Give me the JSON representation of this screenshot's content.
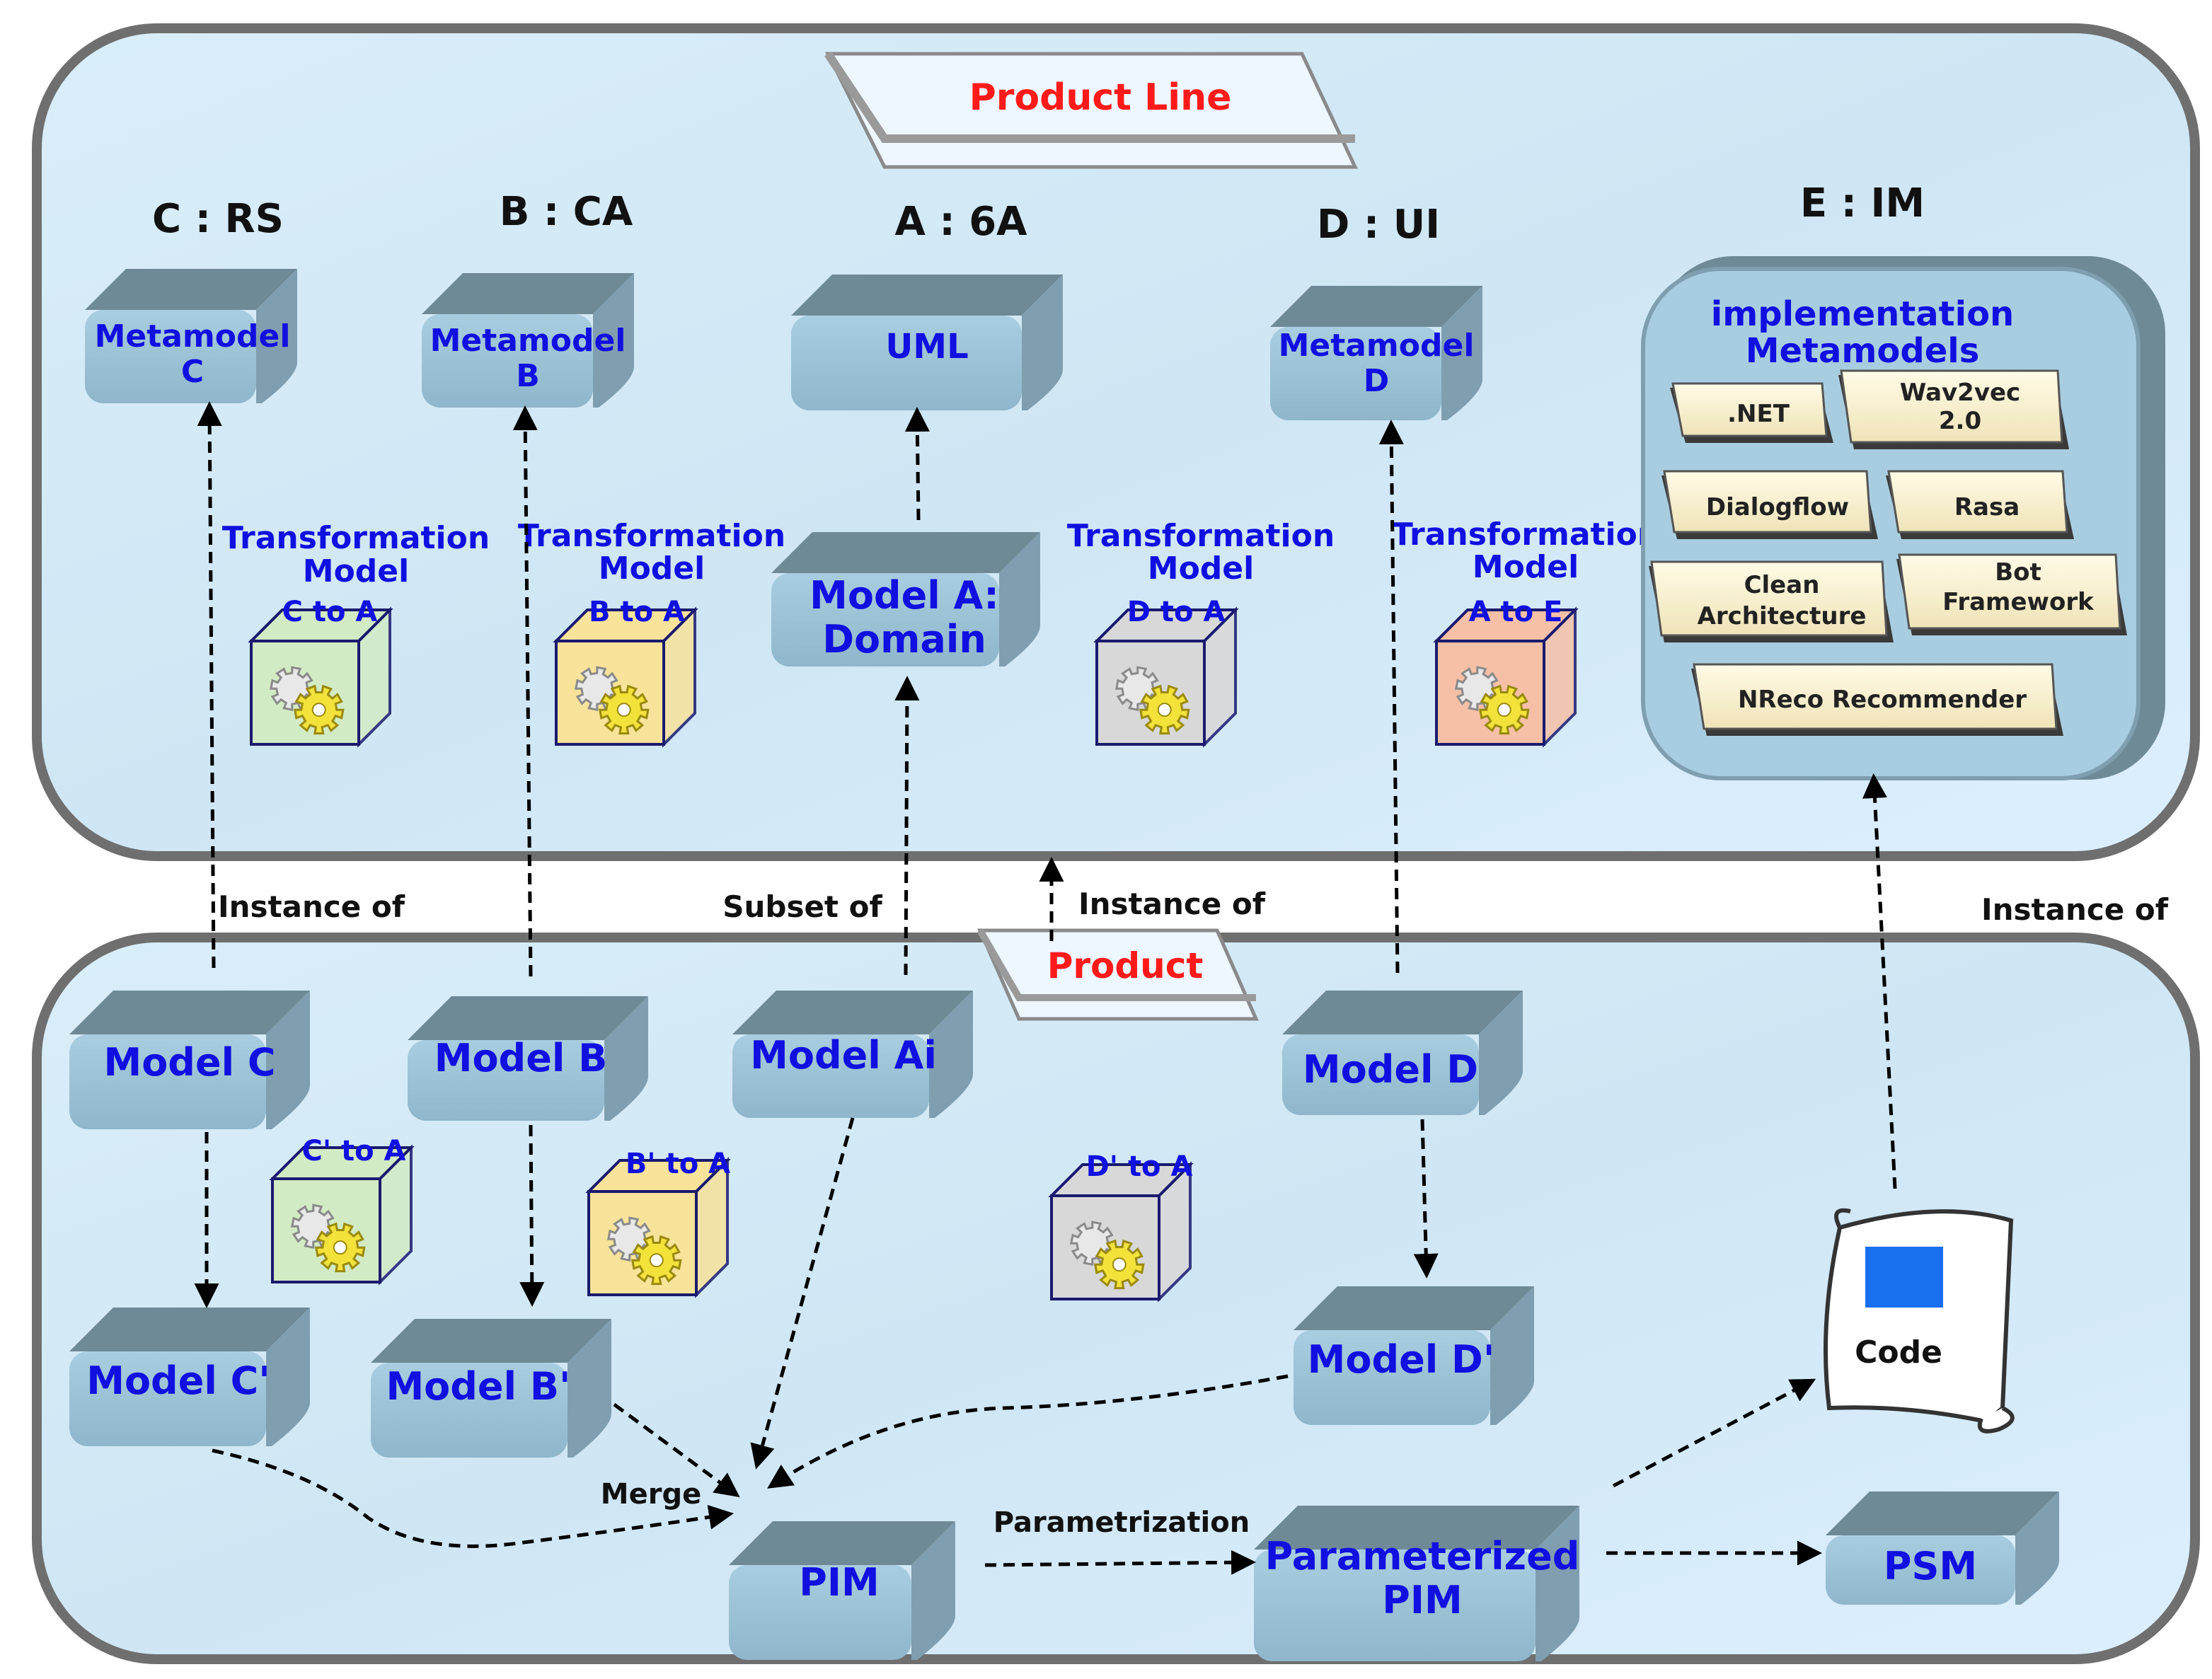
{
  "product_line": {
    "banner": "Product Line",
    "categories": {
      "c": "C : RS",
      "b": "B : CA",
      "a": "A : 6A",
      "d": "D : UI",
      "e": "E : IM"
    },
    "metamodel_c": [
      "Metamodel",
      "C"
    ],
    "metamodel_b": [
      "Metamodel",
      "B"
    ],
    "uml": "UML",
    "metamodel_d": [
      "Metamodel",
      "D"
    ],
    "model_a_domain": [
      "Model A:",
      "Domain"
    ],
    "transformation_label": [
      "Transformation",
      "Model"
    ],
    "tm_c_to_a": "C to A",
    "tm_b_to_a": "B to A",
    "tm_d_to_a": "D to A",
    "tm_a_to_e": "A to E",
    "impl_title": [
      "implementation",
      "Metamodels"
    ],
    "impl_items": {
      "dotnet": [
        ".NET"
      ],
      "wav2vec": [
        "Wav2vec",
        "2.0"
      ],
      "dialogflow": [
        "Dialogflow"
      ],
      "rasa": [
        "Rasa"
      ],
      "clean": [
        "Clean",
        "Architecture"
      ],
      "bot": [
        "Bot",
        "Framework"
      ],
      "nreco": [
        "NReco Recommender"
      ]
    }
  },
  "relations": {
    "instance_of": "Instance of",
    "subset_of": "Subset of",
    "merge": "Merge",
    "parametrization": "Parametrization"
  },
  "product": {
    "banner": "Product",
    "model_c": "Model C",
    "model_b": "Model B",
    "model_ai": "Model Ai",
    "model_d": "Model D",
    "t_c": "C' to A",
    "t_b": "B' to A",
    "t_d": "D' to A",
    "model_c2": "Model C'",
    "model_b2": "Model B'",
    "model_d2": "Model D'",
    "pim": "PIM",
    "param_pim": [
      "Parameterized",
      "PIM"
    ],
    "psm": "PSM",
    "code": "Code"
  },
  "colors": {
    "panel_fill": "#d6ebf7",
    "panel_border": "#6f6f6f",
    "box_front": "#9fc5da",
    "box_top": "#6f8a97",
    "box_side": "#7f9fb0",
    "label_blue": "#1010e0",
    "banner_red": "#ff1a1a",
    "cube_green": "#d2ebc4",
    "cube_yellow": "#f7e39a",
    "cube_gray": "#d8d8d8",
    "cube_orange": "#f5c0a6",
    "code_square": "#1a6ff0"
  }
}
